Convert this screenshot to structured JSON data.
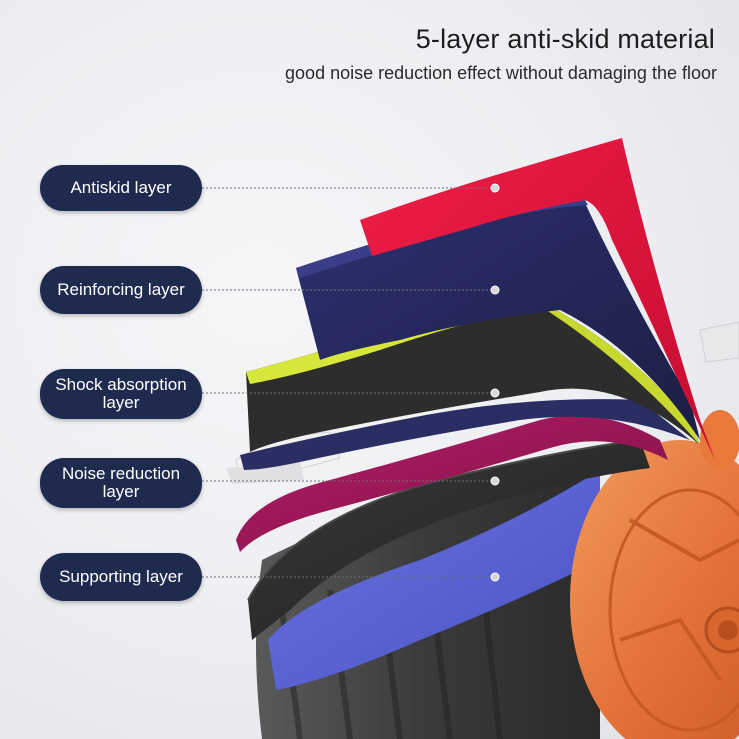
{
  "header": {
    "title": "5-layer anti-skid material",
    "subtitle": "good noise reduction effect without damaging the floor"
  },
  "labels": [
    {
      "text": "Antiskid layer",
      "color": "#e0143c"
    },
    {
      "text": "Reinforcing layer",
      "color": "#26285a"
    },
    {
      "text": "Shock absorption layer",
      "color": "#d9e63a"
    },
    {
      "text": "Noise reduction layer",
      "color": "#a4185a"
    },
    {
      "text": "Supporting layer",
      "color": "#333333"
    }
  ],
  "colors": {
    "label_bg": "#1f2a4f",
    "wheel_orange": "#e8793a",
    "antiskid": "#e0143c",
    "reinforcing": "#2a2d63",
    "shock": "#cfe03a",
    "noise": "#a4185a",
    "support": "#2b2b2b",
    "blue_layer": "#5b63d6"
  }
}
